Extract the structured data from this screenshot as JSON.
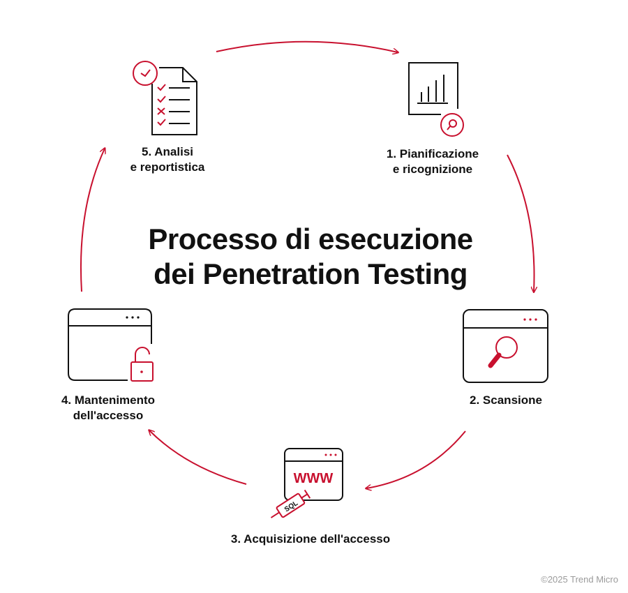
{
  "title": {
    "line1": "Processo di esecuzione",
    "line2": "dei Penetration Testing"
  },
  "colors": {
    "accent": "#c8102e",
    "ink": "#111111",
    "muted": "#9a9a9a"
  },
  "steps": [
    {
      "line1": "1. Pianificazione",
      "line2": "e ricognizione",
      "icon": "report-magnifier-icon"
    },
    {
      "line1": "2. Scansione",
      "line2": "",
      "icon": "browser-search-icon"
    },
    {
      "line1": "3. Acquisizione dell'accesso",
      "line2": "",
      "icon": "sql-injection-icon"
    },
    {
      "line1": "4. Mantenimento",
      "line2": "dell'accesso",
      "icon": "browser-unlock-icon"
    },
    {
      "line1": "5. Analisi",
      "line2": "e reportistica",
      "icon": "checklist-clock-icon"
    }
  ],
  "icon_text": {
    "www": "WWW",
    "sql": "SQL"
  },
  "footer": "©2025 Trend Micro"
}
